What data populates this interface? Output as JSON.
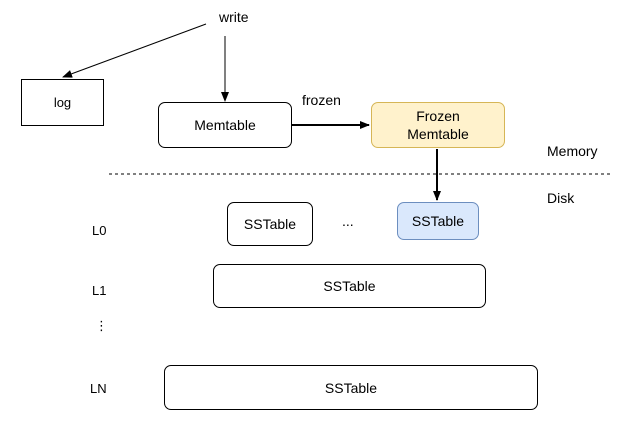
{
  "nodes": {
    "write": "write",
    "log": "log",
    "memtable": "Memtable",
    "frozen_edge_label": "frozen",
    "frozen_memtable_line1": "Frozen",
    "frozen_memtable_line2": "Memtable",
    "memory_label": "Memory",
    "disk_label": "Disk",
    "l0_sstable_a": "SSTable",
    "l0_ellipsis": "...",
    "l0_sstable_b": "SSTable",
    "l1_sstable": "SSTable",
    "ln_sstable": "SSTable"
  },
  "levels": {
    "l0": "L0",
    "l1": "L1",
    "vertical_ellipsis": "⋮",
    "ln": "LN"
  },
  "colors": {
    "frozen_fill": "#fff2cc",
    "frozen_stroke": "#d6b656",
    "sstable_highlight_fill": "#dae8fc",
    "sstable_highlight_stroke": "#6c8ebf"
  }
}
